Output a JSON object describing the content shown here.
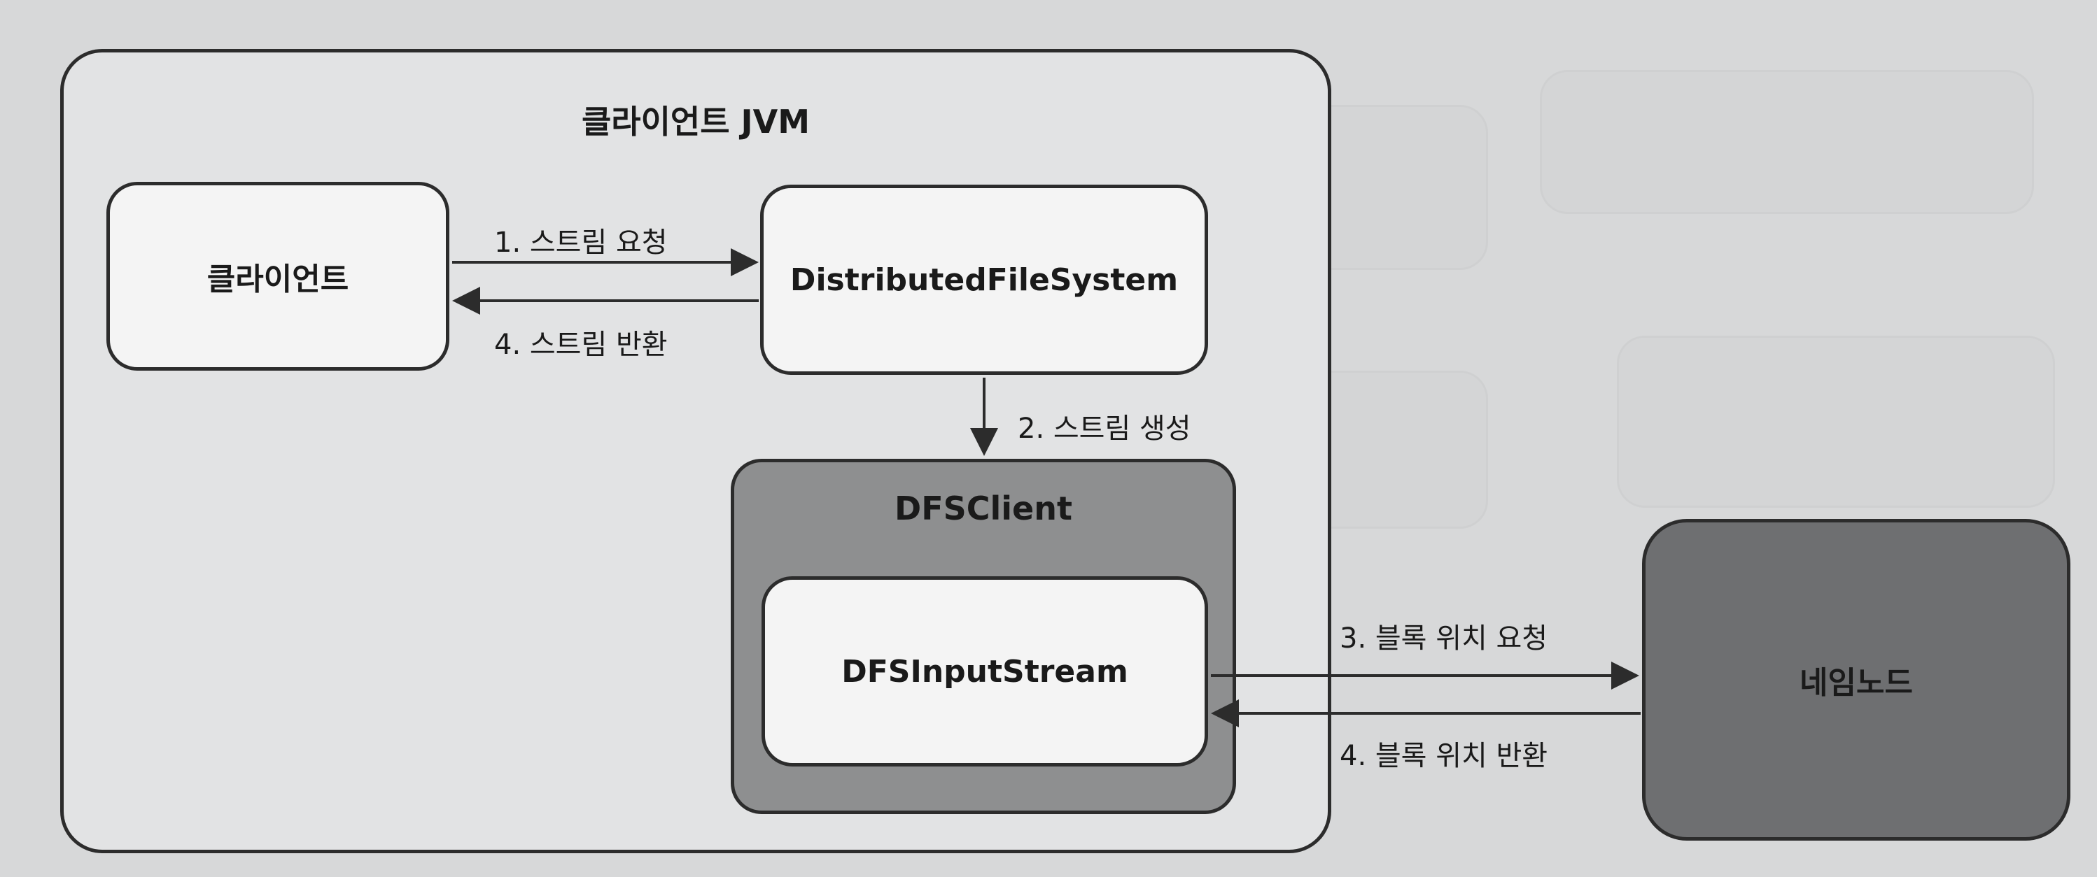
{
  "jvm": {
    "title": "클라이언트 JVM"
  },
  "nodes": {
    "client": "클라이언트",
    "distributed_fs": "DistributedFileSystem",
    "dfs_client": "DFSClient",
    "input_stream": "DFSInputStream",
    "namenode": "네임노드"
  },
  "edges": {
    "request_stream": "1. 스트림 요청",
    "create_stream": "2. 스트림 생성",
    "request_block_location": "3. 블록 위치 요청",
    "return_stream": "4. 스트림 반환",
    "return_block_location": "4. 블록 위치 반환"
  },
  "colors": {
    "page_background": "#d7d8d9",
    "jvm_fill": "#e2e3e4",
    "node_fill": "#f4f4f4",
    "dfsclient_fill": "#8e8f90",
    "namenode_fill": "#6e6f71",
    "stroke": "#2c2c2c"
  }
}
